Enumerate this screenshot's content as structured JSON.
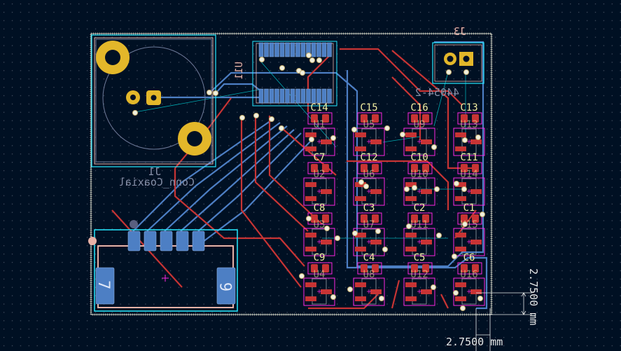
{
  "view": {
    "type": "pcb-editor-canvas"
  },
  "colors": {
    "background": "#001023",
    "front_copper": "#c83434",
    "back_copper": "#4d7fc4",
    "pad_gold": "#e3b72a",
    "front_silk": "#f2eda1",
    "back_silk": "#e8b2a7",
    "courtyard": "#ff26e2",
    "fab_outline": "#26e9ff",
    "edge_cuts": "#d0d2cd",
    "ratsnest": "#00c2c2",
    "via": "#e8e8e8"
  },
  "footprints": {
    "j1": {
      "ref": "J1",
      "value": "Conn_Coaxial"
    },
    "j3": {
      "ref": "J3",
      "value": "44054-2"
    },
    "u11_mirrored": {
      "ref": "U11"
    },
    "connector_pads": {
      "left": "7",
      "right": "6"
    }
  },
  "grid": {
    "capacitors": [
      [
        "C14",
        "C15",
        "C16",
        "C13"
      ],
      [
        "C7",
        "C12",
        "C10",
        "C11"
      ],
      [
        "C8",
        "C3",
        "C2",
        "C1"
      ],
      [
        "C9",
        "C4",
        "C5",
        "C6"
      ]
    ],
    "ics": [
      [
        "U1",
        "U5",
        "U9",
        "U13"
      ],
      [
        "U2",
        "U6",
        "U10",
        "U14"
      ],
      [
        "U3",
        "U7",
        "U11",
        "U15"
      ],
      [
        "U4",
        "U8",
        "U12",
        "U16"
      ]
    ]
  },
  "dimensions": {
    "horizontal": "2.7500 mm",
    "vertical": "2.7500 mm"
  }
}
